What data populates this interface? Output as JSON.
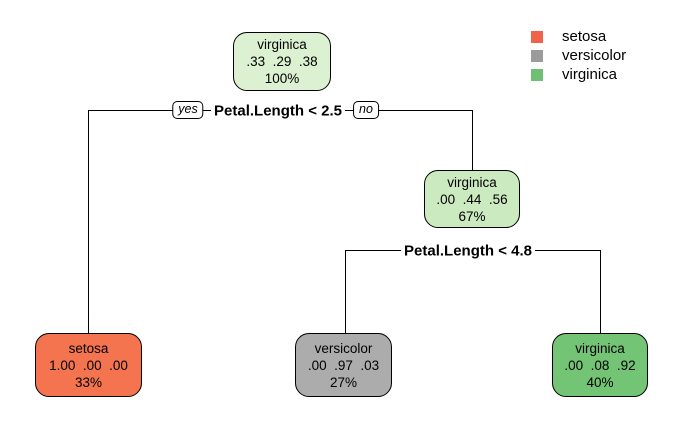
{
  "figure": {
    "type": "decision-tree",
    "background": "#ffffff",
    "edge_color": "#000000"
  },
  "legend": {
    "items": [
      {
        "label": "setosa",
        "color": "#F0634A"
      },
      {
        "label": "versicolor",
        "color": "#9B9B9B"
      },
      {
        "label": "virginica",
        "color": "#6FC072"
      }
    ]
  },
  "tree": {
    "splits": [
      {
        "condition": "Petal.Length < 2.5",
        "yes": "yes",
        "no": "no"
      },
      {
        "condition": "Petal.Length < 4.8"
      }
    ],
    "nodes": [
      {
        "id": "root",
        "label": "virginica",
        "probs": ".33  .29  .38",
        "percent": "100%",
        "color": "#DCF1D2"
      },
      {
        "id": "internal-right",
        "label": "virginica",
        "probs": ".00  .44  .56",
        "percent": "67%",
        "color": "#CCEABF"
      },
      {
        "id": "leaf-setosa",
        "label": "setosa",
        "probs": "1.00  .00  .00",
        "percent": "33%",
        "color": "#F4744F"
      },
      {
        "id": "leaf-versicolor",
        "label": "versicolor",
        "probs": ".00  .97  .03",
        "percent": "27%",
        "color": "#ACACAC"
      },
      {
        "id": "leaf-virginica",
        "label": "virginica",
        "probs": ".00  .08  .92",
        "percent": "40%",
        "color": "#74C476"
      }
    ]
  }
}
